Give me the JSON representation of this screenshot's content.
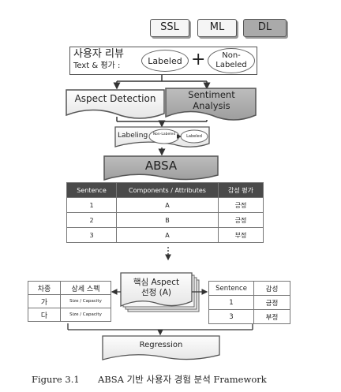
{
  "methods": [
    "SSL",
    "ML",
    "DL"
  ],
  "review": {
    "title_line1": "사용자 리뷰",
    "title_line2": "Text & 평가 :",
    "labeled": "Labeled",
    "plus": "+",
    "non_labeled": "Non-\nLabeled"
  },
  "aspect_detection": "Aspect Detection",
  "sentiment_analysis": "Sentiment Analysis",
  "labeling": {
    "label": "Labeling",
    "from": "Non-Labeled",
    "to": "Labeled"
  },
  "absa": "ABSA",
  "main_table": {
    "headers": [
      "Sentence",
      "Components / Attributes",
      "감성 평가"
    ],
    "rows": [
      [
        "1",
        "A",
        "긍정"
      ],
      [
        "2",
        "B",
        "긍정"
      ],
      [
        "3",
        "A",
        "부정"
      ]
    ]
  },
  "left_table": {
    "headers": [
      "차종",
      "상세 스펙"
    ],
    "rows": [
      [
        "가",
        "Size / Capacity"
      ],
      [
        "다",
        "Size / Capacity"
      ]
    ]
  },
  "core_aspect": "핵심 Aspect\n선정 (A)",
  "right_table": {
    "headers": [
      "Sentence",
      "감성"
    ],
    "rows": [
      [
        "1",
        "긍정"
      ],
      [
        "3",
        "부정"
      ]
    ]
  },
  "regression": "Regression",
  "caption": {
    "label": "Figure 3.1",
    "text": "ABSA 기반 사용자 경험 분석 Framework"
  }
}
